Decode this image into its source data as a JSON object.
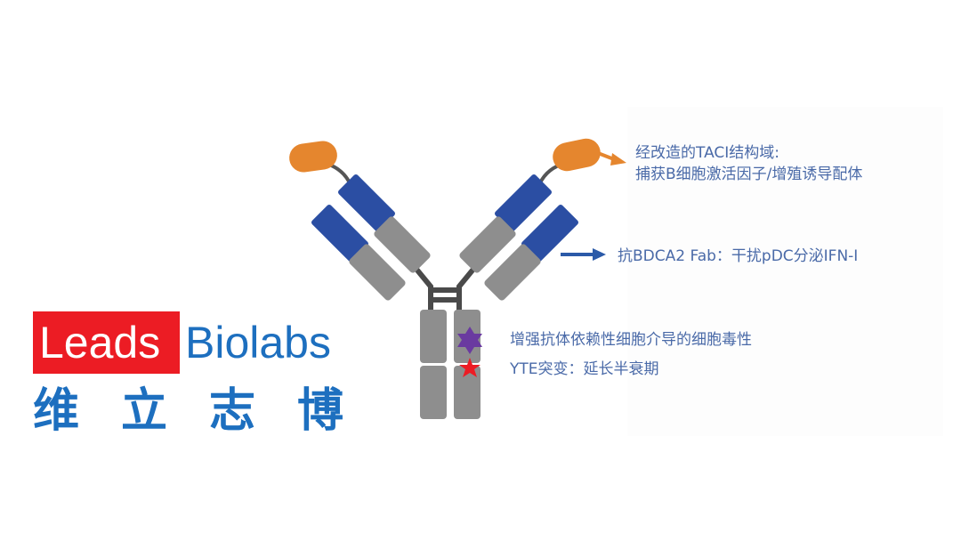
{
  "logo": {
    "name_red": "Leads",
    "name_blue": "Biolabs",
    "name_cn": "维立志博"
  },
  "annotations": {
    "taci_line1": "经改造的TACI结构域:",
    "taci_line2": "捕获B细胞激活因子/增殖诱导配体",
    "fab": "抗BDCA2 Fab：干扰pDC分泌IFN-I",
    "adcc": "增强抗体依赖性细胞介导的细胞毒性",
    "yte": "YTE突变：延长半衰期"
  },
  "colors": {
    "orange": "#e5862e",
    "blue": "#2b4ea3",
    "grey": "#8e8e8e",
    "text": "#4a6aa8",
    "red": "#ec1c24",
    "brand_blue": "#1d6fbf",
    "purple": "#6a3aa0"
  }
}
